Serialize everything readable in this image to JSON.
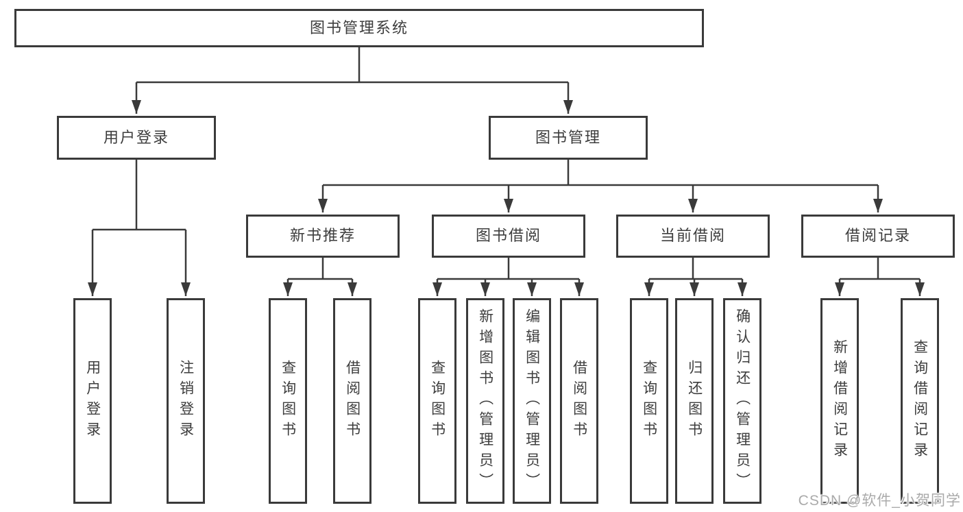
{
  "diagram": {
    "type": "hierarchy-chart",
    "title": "图书管理系统",
    "nodes": {
      "root": {
        "label": "图书管理系统"
      },
      "user_login": {
        "label": "用户登录"
      },
      "book_mgmt": {
        "label": "图书管理"
      },
      "login": {
        "label": "用户登录"
      },
      "logout": {
        "label": "注销登录"
      },
      "new_book_rec": {
        "label": "新书推荐"
      },
      "book_borrow": {
        "label": "图书借阅"
      },
      "current_borrow": {
        "label": "当前借阅"
      },
      "borrow_record": {
        "label": "借阅记录"
      },
      "nbr_query": {
        "label": "查询图书"
      },
      "nbr_borrow": {
        "label": "借阅图书"
      },
      "bb_query": {
        "label": "查询图书"
      },
      "bb_add": {
        "label": "新增图书（管理员）"
      },
      "bb_edit": {
        "label": "编辑图书（管理员）"
      },
      "bb_borrow": {
        "label": "借阅图书"
      },
      "cb_query": {
        "label": "查询图书"
      },
      "cb_return": {
        "label": "归还图书"
      },
      "cb_confirm": {
        "label": "确认归还（管理员）"
      },
      "br_add": {
        "label": "新增借阅记录"
      },
      "br_query": {
        "label": "查询借阅记录"
      }
    },
    "hierarchy": {
      "root": [
        "user_login",
        "book_mgmt"
      ],
      "user_login": [
        "login",
        "logout"
      ],
      "book_mgmt": [
        "new_book_rec",
        "book_borrow",
        "current_borrow",
        "borrow_record"
      ],
      "new_book_rec": [
        "nbr_query",
        "nbr_borrow"
      ],
      "book_borrow": [
        "bb_query",
        "bb_add",
        "bb_edit",
        "bb_borrow"
      ],
      "current_borrow": [
        "cb_query",
        "cb_return",
        "cb_confirm"
      ],
      "borrow_record": [
        "br_add",
        "br_query"
      ]
    },
    "colors": {
      "line": "#3a3a3a",
      "text": "#3d3d3d",
      "watermark": "#aaaaaa",
      "background": "#ffffff"
    },
    "watermark": "CSDN @软件_小贺同学"
  }
}
